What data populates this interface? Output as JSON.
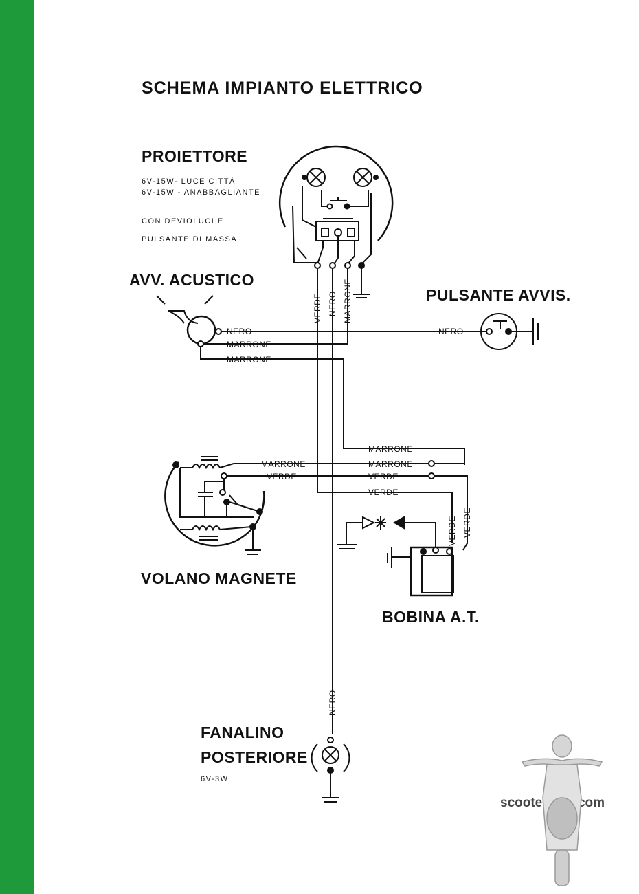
{
  "title": "SCHEMA IMPIANTO ELETTRICO",
  "headlamp": {
    "name": "PROIETTORE",
    "spec1": "6V-15W- LUCE CITTÀ",
    "spec2": "6V-15W - ANABBAGLIANTE",
    "note1": "CON DEVIOLUCI E",
    "note2": "PULSANTE DI MASSA"
  },
  "horn": {
    "name": "AVV. ACUSTICO"
  },
  "horn_button": {
    "name": "PULSANTE AVVIS."
  },
  "magneto": {
    "name": "VOLANO MAGNETE"
  },
  "coil": {
    "name": "BOBINA A.T."
  },
  "tail": {
    "name1": "FANALINO",
    "name2": "POSTERIORE",
    "spec": "6V-3W"
  },
  "wires": {
    "verde": "VERDE",
    "nero": "NERO",
    "marrone": "MARRONE"
  },
  "watermark": "scooterhelp.com"
}
